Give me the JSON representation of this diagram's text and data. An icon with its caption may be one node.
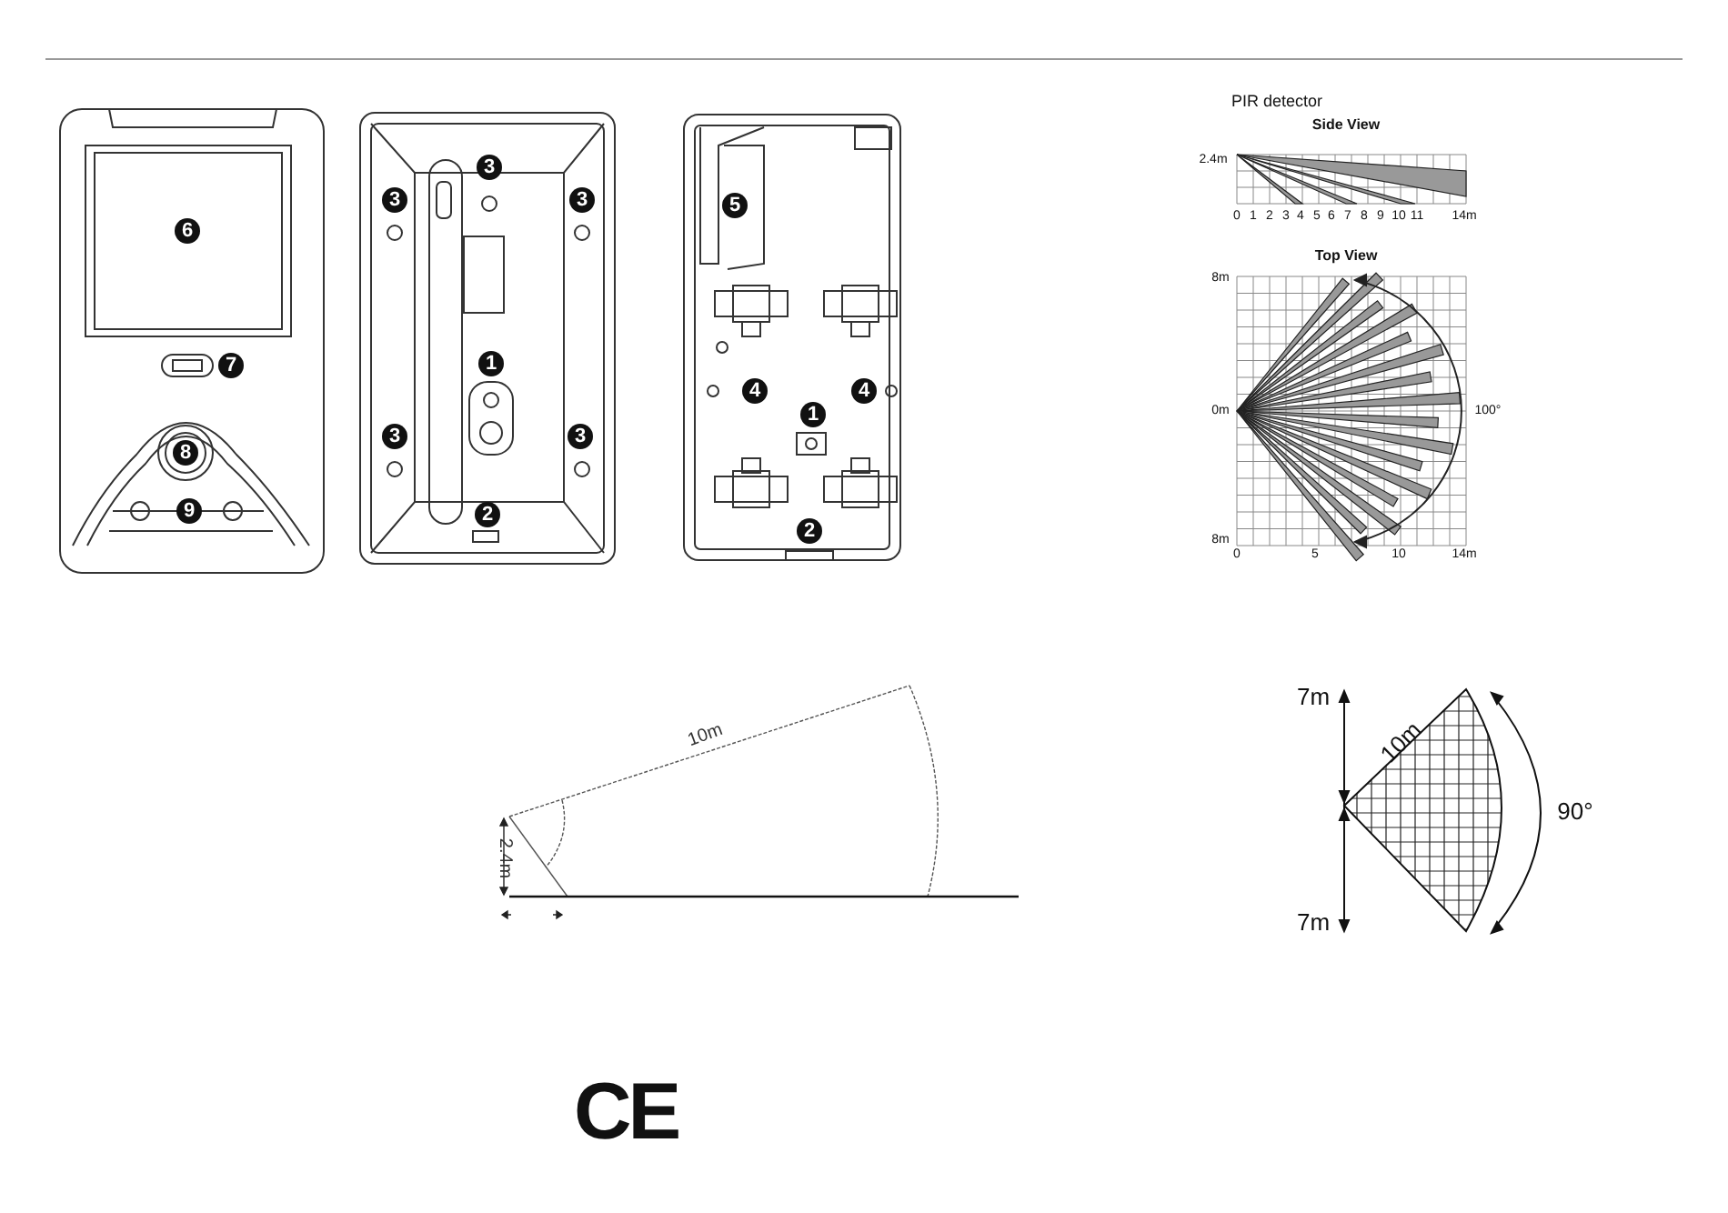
{
  "diagram": {
    "labels": [
      "6",
      "7",
      "8",
      "9",
      "3",
      "3",
      "3",
      "1",
      "3",
      "3",
      "2",
      "5",
      "4",
      "4",
      "1",
      "2",
      "PIR detector",
      "Side View",
      "2.4m",
      "0",
      "1",
      "2",
      "3",
      "4",
      "5",
      "6",
      "7",
      "8",
      "9",
      "10",
      "11",
      "14m",
      "Top View",
      "8m",
      "0m",
      "100°",
      "8m",
      "0",
      "5",
      "10",
      "14m",
      "10m",
      "2.4m",
      "7m",
      "10m",
      "90°",
      "7m",
      "CE"
    ]
  }
}
